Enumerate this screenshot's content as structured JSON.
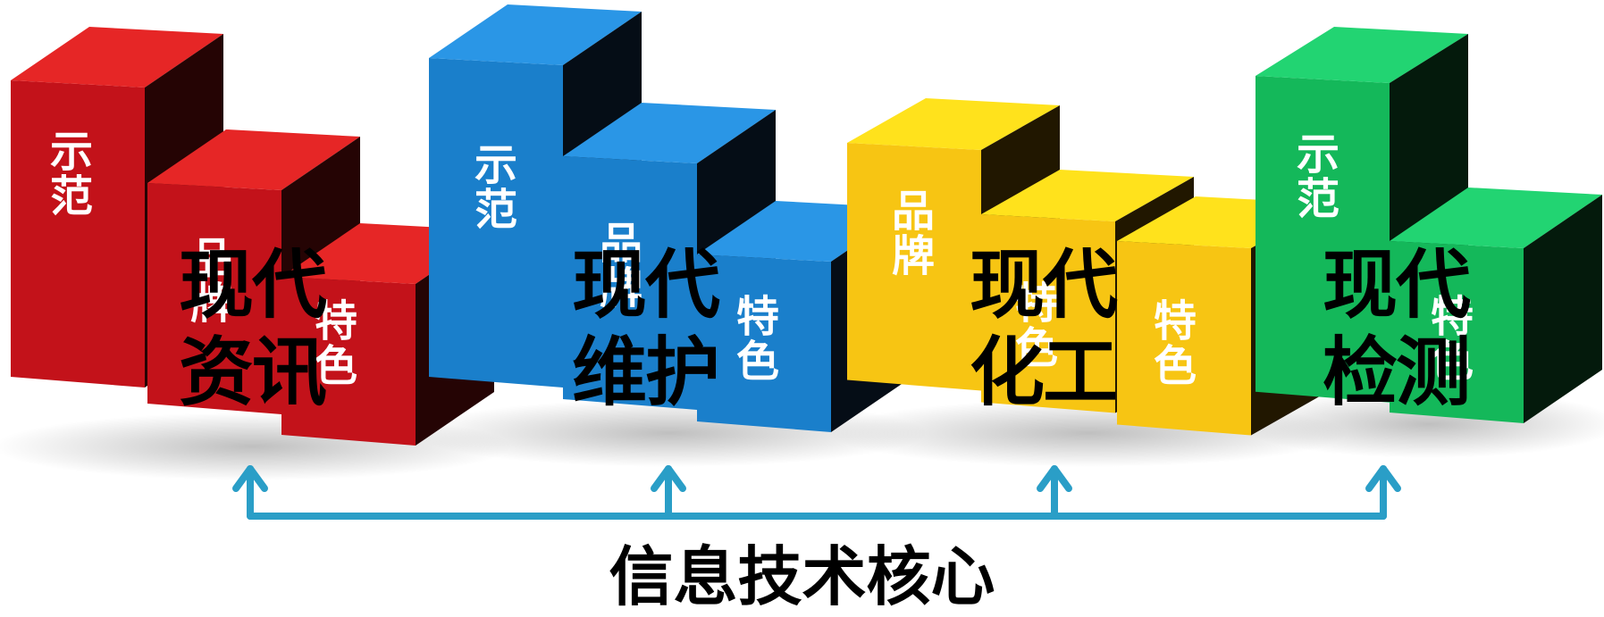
{
  "colors": {
    "red": {
      "front": "#c3121a",
      "top": "#e62626",
      "side": "#250404"
    },
    "blue": {
      "front": "#1a7fcb",
      "top": "#2a96e6",
      "side": "#050d16"
    },
    "yellow": {
      "front": "#f7c513",
      "top": "#ffe21c",
      "side": "#211700"
    },
    "green": {
      "front": "#14b85a",
      "top": "#22d472",
      "side": "#041a0c"
    },
    "arrow": "#2a9ec7"
  },
  "groups": [
    {
      "id": "red",
      "title": "现代\n资讯",
      "blocks": [
        {
          "label": "示\n范",
          "icon": "block-tall"
        },
        {
          "label": "品\n牌",
          "icon": "block-mid"
        },
        {
          "label": "特\n色",
          "icon": "block-short"
        }
      ]
    },
    {
      "id": "blue",
      "title": "现代\n维护",
      "blocks": [
        {
          "label": "示\n范",
          "icon": "block-tall"
        },
        {
          "label": "品\n牌",
          "icon": "block-mid"
        },
        {
          "label": "特\n色",
          "icon": "block-short"
        }
      ]
    },
    {
      "id": "yellow",
      "title": "现代\n化工",
      "blocks": [
        {
          "label": "品\n牌",
          "icon": "block-tall"
        },
        {
          "label": "特\n色",
          "icon": "block-mid"
        },
        {
          "label": "特\n色",
          "icon": "block-short"
        }
      ]
    },
    {
      "id": "green",
      "title": "现代\n检测",
      "blocks": [
        {
          "label": "示\n范",
          "icon": "block-tall"
        },
        {
          "label": "特\n色",
          "icon": "block-mid"
        }
      ]
    }
  ],
  "bottom_label": "信息技术核心"
}
